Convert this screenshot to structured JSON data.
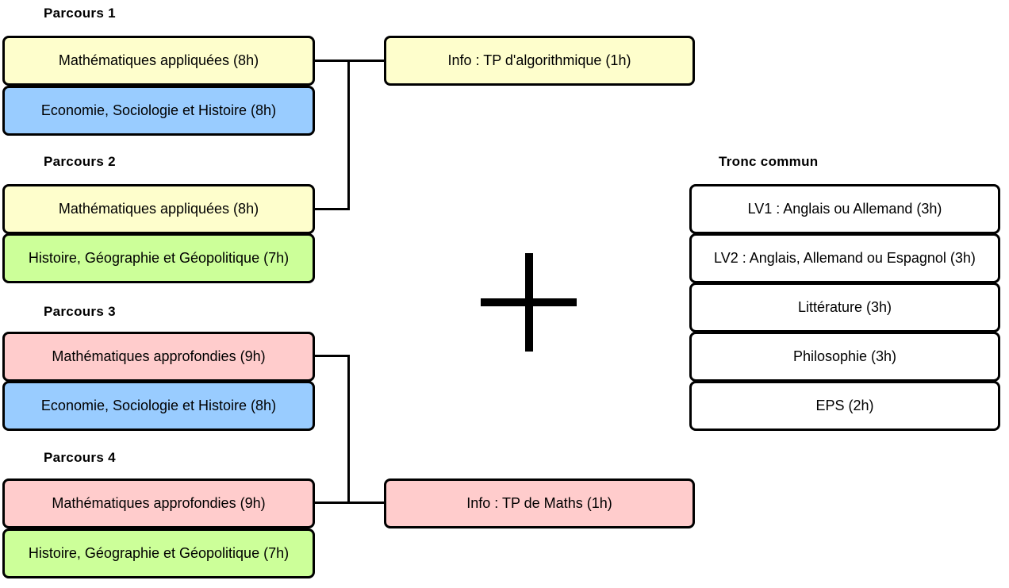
{
  "parcours": [
    {
      "title": "Parcours 1",
      "subjects": [
        "Mathématiques appliquées (8h)",
        "Economie, Sociologie et Histoire (8h)"
      ]
    },
    {
      "title": "Parcours 2",
      "subjects": [
        "Mathématiques appliquées (8h)",
        "Histoire, Géographie et Géopolitique (7h)"
      ]
    },
    {
      "title": "Parcours 3",
      "subjects": [
        "Mathématiques approfondies (9h)",
        "Economie, Sociologie et Histoire (8h)"
      ]
    },
    {
      "title": "Parcours 4",
      "subjects": [
        "Mathématiques approfondies (9h)",
        "Histoire, Géographie et Géopolitique (7h)"
      ]
    }
  ],
  "info": {
    "algo": "Info : TP d'algorithmique (1h)",
    "maths": "Info : TP de Maths (1h)"
  },
  "tronc_commun": {
    "title": "Tronc commun",
    "items": [
      "LV1 : Anglais ou Allemand (3h)",
      "LV2 : Anglais, Allemand ou Espagnol (3h)",
      "Littérature (3h)",
      "Philosophie (3h)",
      "EPS (2h)"
    ]
  },
  "colors": {
    "maths_appliquees": "#fefecc",
    "economie": "#99ccff",
    "histoire_geo": "#ccff99",
    "maths_approfondies": "#ffcccc",
    "tronc_commun": "#ffffff",
    "border": "#000000"
  },
  "plus_icon": "plus-sign-icon"
}
